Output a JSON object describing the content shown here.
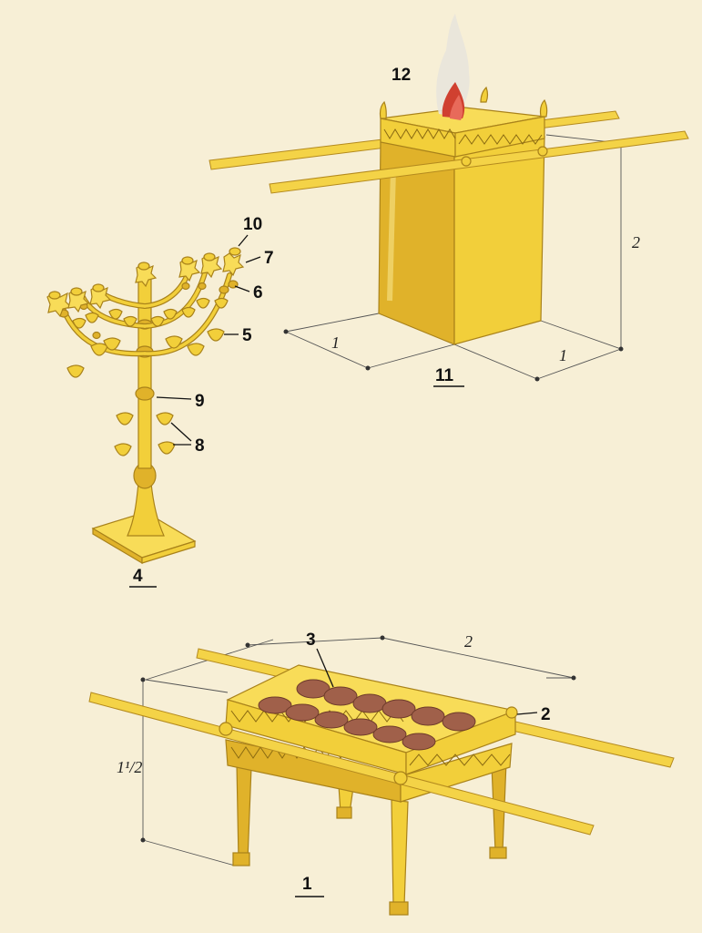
{
  "labels": {
    "table": "1",
    "table_rim": "2",
    "bread": "3",
    "lampstand": "4",
    "lamp_cup": "5",
    "knob": "6",
    "flower": "7",
    "branch_cups": "8",
    "shaft": "9",
    "lamp": "10",
    "altar": "11",
    "fire": "12"
  },
  "dimensions": {
    "altar_height": "2",
    "altar_width": "1",
    "altar_depth": "1",
    "table_length": "2",
    "table_height": "1¹/2"
  },
  "colors": {
    "gold": "#f2cf3a",
    "gold_shadow": "#e0b22a",
    "bread": "#a0604a",
    "flame": "#d04030",
    "background": "#f7efd6"
  }
}
